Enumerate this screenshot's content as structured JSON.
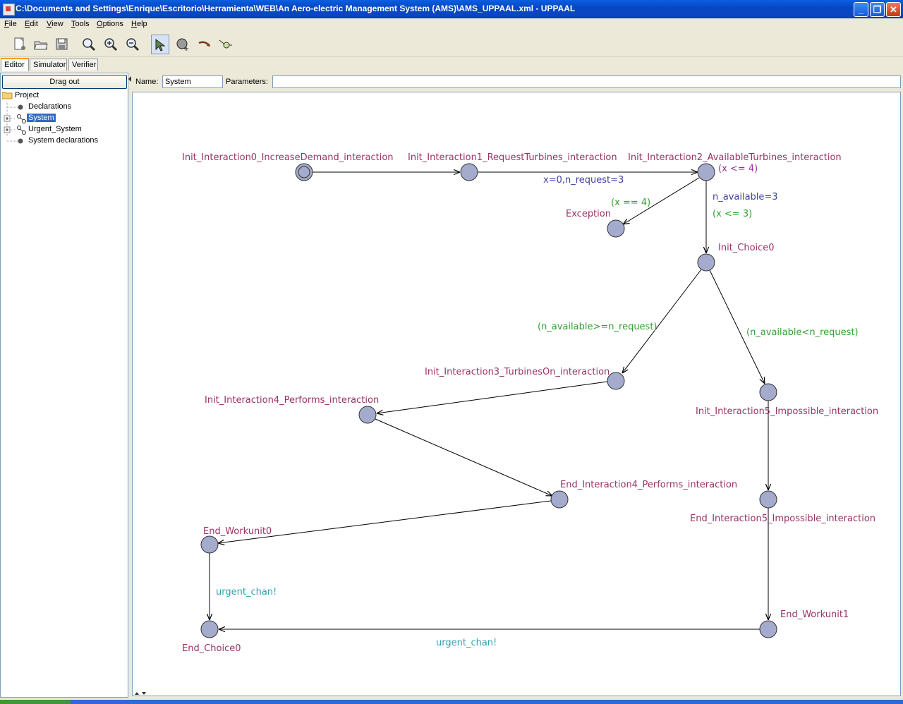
{
  "window": {
    "title": "C:\\Documents and Settings\\Enrique\\Escritorio\\Herramienta\\WEB\\An Aero-electric Management System (AMS)\\AMS_UPPAAL.xml - UPPAAL",
    "minimize": "_",
    "maximize": "❐",
    "close": "✕"
  },
  "menu": [
    "File",
    "Edit",
    "View",
    "Tools",
    "Options",
    "Help"
  ],
  "toolbar": {
    "icons": [
      "new-document-icon",
      "open-folder-icon",
      "save-icon",
      "zoom-icon",
      "zoom-in-icon",
      "zoom-out-icon",
      "select-tool-icon",
      "add-location-icon",
      "add-edge-icon",
      "add-nail-icon"
    ]
  },
  "tabs": [
    "Editor",
    "Simulator",
    "Verifier"
  ],
  "left_panel": {
    "drag_out": "Drag out",
    "tree": {
      "root": "Project",
      "items": [
        "Declarations",
        "System",
        "Urgent_System",
        "System declarations"
      ],
      "selected": "System"
    }
  },
  "template": {
    "name_label": "Name:",
    "name_value": "System",
    "params_label": "Parameters:",
    "params_value": ""
  },
  "automaton": {
    "locations": [
      {
        "id": "l0",
        "name": "Init_Interaction0_IncreaseDemand_interaction",
        "initial": true
      },
      {
        "id": "l1",
        "name": "Init_Interaction1_RequestTurbines_interaction"
      },
      {
        "id": "l2",
        "name": "Init_Interaction2_AvailableTurbines_interaction",
        "invariant": "(x <= 4)"
      },
      {
        "id": "l3",
        "name": "Exception"
      },
      {
        "id": "l4",
        "name": "Init_Choice0"
      },
      {
        "id": "l5",
        "name": "Init_Interaction3_TurbinesOn_interaction"
      },
      {
        "id": "l6",
        "name": "Init_Interaction4_Performs_interaction"
      },
      {
        "id": "l7",
        "name": "End_Interaction4_Performs_interaction"
      },
      {
        "id": "l8",
        "name": "End_Workunit0"
      },
      {
        "id": "l9",
        "name": "End_Choice0"
      },
      {
        "id": "l10",
        "name": "Init_Interaction5_Impossible_interaction"
      },
      {
        "id": "l11",
        "name": "End_Interaction5_Impossible_interaction"
      },
      {
        "id": "l12",
        "name": "End_Workunit1"
      }
    ],
    "edges": [
      {
        "from": "l0",
        "to": "l1"
      },
      {
        "from": "l1",
        "to": "l2",
        "update": "x=0,n_request=3"
      },
      {
        "from": "l2",
        "to": "l3",
        "guard": "(x == 4)"
      },
      {
        "from": "l2",
        "to": "l4",
        "update": "n_available=3",
        "guard": "(x <= 3)"
      },
      {
        "from": "l4",
        "to": "l5",
        "guard": "(n_available>=n_request)"
      },
      {
        "from": "l4",
        "to": "l10",
        "guard": "(n_available<n_request)"
      },
      {
        "from": "l5",
        "to": "l6"
      },
      {
        "from": "l6",
        "to": "l7"
      },
      {
        "from": "l7",
        "to": "l8"
      },
      {
        "from": "l8",
        "to": "l9",
        "sync": "urgent_chan!"
      },
      {
        "from": "l10",
        "to": "l11"
      },
      {
        "from": "l11",
        "to": "l12"
      },
      {
        "from": "l12",
        "to": "l9",
        "sync": "urgent_chan!"
      }
    ]
  },
  "colors": {
    "location_fill": "#a4abcc",
    "location_stroke": "#333333",
    "location_name": "#993366",
    "update": "#4040a0",
    "guard": "#33a033",
    "sync": "#33a0b0",
    "invariant": "#993399"
  }
}
